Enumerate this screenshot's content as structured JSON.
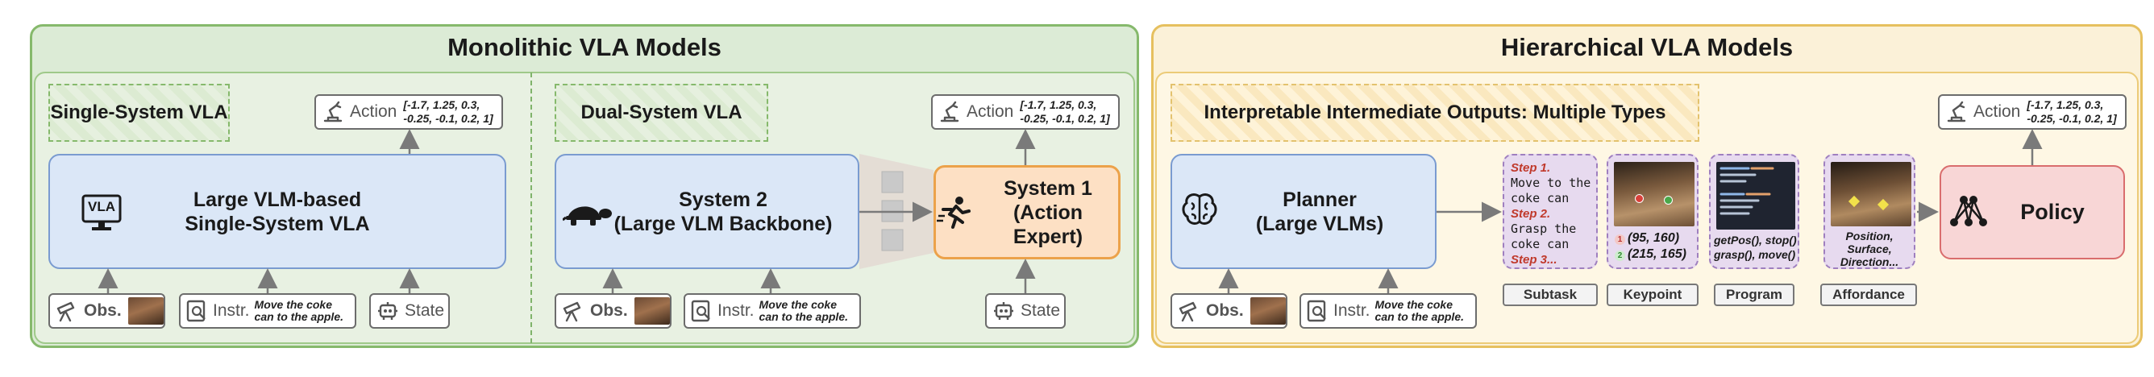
{
  "left_panel": {
    "title": "Monolithic VLA Models",
    "single": {
      "label": "Single-System VLA",
      "model_line1": "Large VLM-based",
      "model_line2": "Single-System VLA",
      "vla_badge": "VLA",
      "action_label": "Action",
      "action_vector_line1": "[-1.7, 1.25, 0.3,",
      "action_vector_line2": "-0.25, -0.1, 0.2, 1]",
      "obs_label": "Obs.",
      "instr_label": "Instr.",
      "instr_text_line1": "Move the coke",
      "instr_text_line2": "can to the apple.",
      "state_label": "State"
    },
    "dual": {
      "label": "Dual-System VLA",
      "system2_line1": "System 2",
      "system2_line2": "(Large VLM Backbone)",
      "system1_line1": "System 1",
      "system1_line2": "(Action Expert)",
      "action_label": "Action",
      "action_vector_line1": "[-1.7, 1.25, 0.3,",
      "action_vector_line2": "-0.25, -0.1, 0.2, 1]",
      "obs_label": "Obs.",
      "instr_label": "Instr.",
      "instr_text_line1": "Move the coke",
      "instr_text_line2": "can to the apple.",
      "state_label": "State"
    }
  },
  "right_panel": {
    "title": "Hierarchical VLA Models",
    "outputs_label": "Interpretable Intermediate Outputs: Multiple Types",
    "planner_line1": "Planner",
    "planner_line2": "(Large VLMs)",
    "policy_label": "Policy",
    "action_label": "Action",
    "action_vector_line1": "[-1.7, 1.25, 0.3,",
    "action_vector_line2": "-0.25, -0.1, 0.2, 1]",
    "obs_label": "Obs.",
    "instr_label": "Instr.",
    "instr_text_line1": "Move the coke",
    "instr_text_line2": "can to the apple.",
    "subtask": {
      "step1": "Step 1.",
      "step1_text_line1": "Move to the",
      "step1_text_line2": "coke can",
      "step2": "Step 2.",
      "step2_text_line1": "Grasp the",
      "step2_text_line2": "coke can",
      "step3": "Step 3...",
      "tag": "Subtask"
    },
    "keypoint": {
      "point1_num": "1",
      "point1": "(95, 160)",
      "point2_num": "2",
      "point2": "(215, 165)",
      "tag": "Keypoint"
    },
    "program": {
      "line1": "getPos(), stop()",
      "line2": "grasp(), move()",
      "tag": "Program"
    },
    "affordance": {
      "line1": "Position,",
      "line2": "Surface,",
      "line3": "Direction...",
      "tag": "Affordance"
    }
  },
  "colors": {
    "monolithic_bg": "#dcebd6",
    "hierarchical_bg": "#fbf1d8",
    "vlm_box": "#dbe7f7",
    "action_expert": "#fde0c4",
    "policy": "#f8d6d6",
    "intermediate_card": "#e7daef"
  }
}
